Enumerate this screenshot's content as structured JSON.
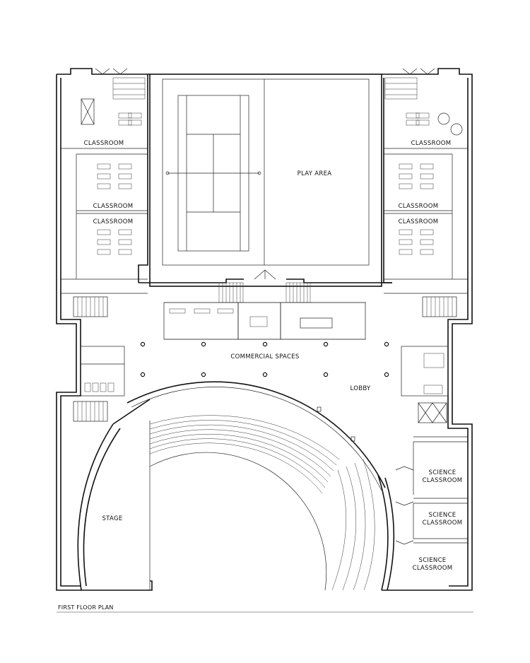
{
  "rooms": {
    "classroom_left_1": "CLASSROOM",
    "classroom_left_2": "CLASSROOM",
    "classroom_left_3": "CLASSROOM",
    "classroom_right_1": "CLASSROOM",
    "classroom_right_2": "CLASSROOM",
    "classroom_right_3": "CLASSROOM",
    "play_area": "PLAY AREA",
    "commercial": "COMMERCIAL SPACES",
    "lobby": "LOBBY",
    "stage": "STAGE",
    "science_1": [
      "SCIENCE",
      "CLASSROOM"
    ],
    "science_2": [
      "SCIENCE",
      "CLASSROOM"
    ],
    "science_3": [
      "SCIENCE",
      "CLASSROOM"
    ]
  },
  "title": "FIRST FLOOR PLAN"
}
